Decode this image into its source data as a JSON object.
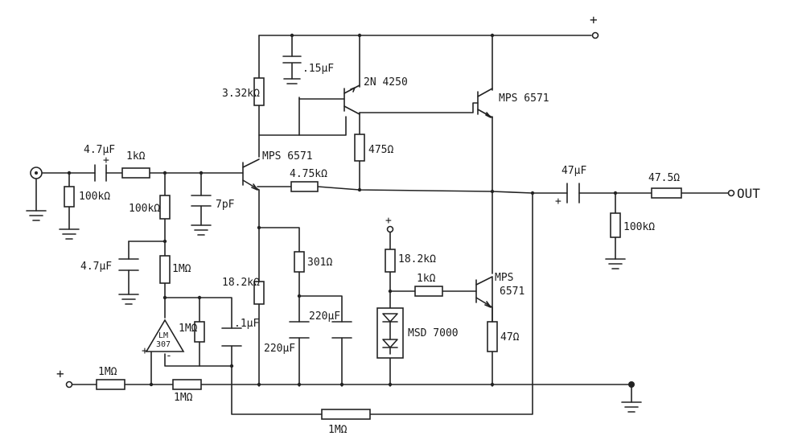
{
  "labels": {
    "supply_plus_top": "+",
    "supply_cap": ".15µF",
    "r_332k": "3.32kΩ",
    "q_2n4250": "2N 4250",
    "q_mps6571_top": "MPS 6571",
    "r_475": "475Ω",
    "in_cap": "4.7µF",
    "in_cap_plus": "+",
    "r_1k_in": "1kΩ",
    "r_100k_in": "100kΩ",
    "r_100k_mid": "100kΩ",
    "c_7p": "7pF",
    "q_mps6571_mid": "MPS 6571",
    "r_475k": "4.75kΩ",
    "out_cap": "47µF",
    "out_cap_plus": "+",
    "r_475_out": "47.5Ω",
    "out_label": "OUT",
    "r_100k_out": "100kΩ",
    "bias_plus": "+",
    "r_182k_bias": "18.2kΩ",
    "r_1k_bias": "1kΩ",
    "q_mps6571_low_a": "MPS",
    "q_mps6571_low_b": "6571",
    "msd": "MSD 7000",
    "r_47": "47Ω",
    "r_301": "301Ω",
    "c_220_a": "220µF",
    "c_220_b": "220µF",
    "r_182k_low": "18.2kΩ",
    "c_4_7_left": "4.7µF",
    "r_1m_a": "1MΩ",
    "r_1m_b": "1MΩ",
    "c_1u": ".1µF",
    "opamp_a": "LM",
    "opamp_b": "307",
    "opamp_plus": "+",
    "opamp_minus": "-",
    "r_1m_left": "1MΩ",
    "r_1m_mid": "1MΩ",
    "r_1m_bottom": "1MΩ",
    "left_plus": "+"
  }
}
